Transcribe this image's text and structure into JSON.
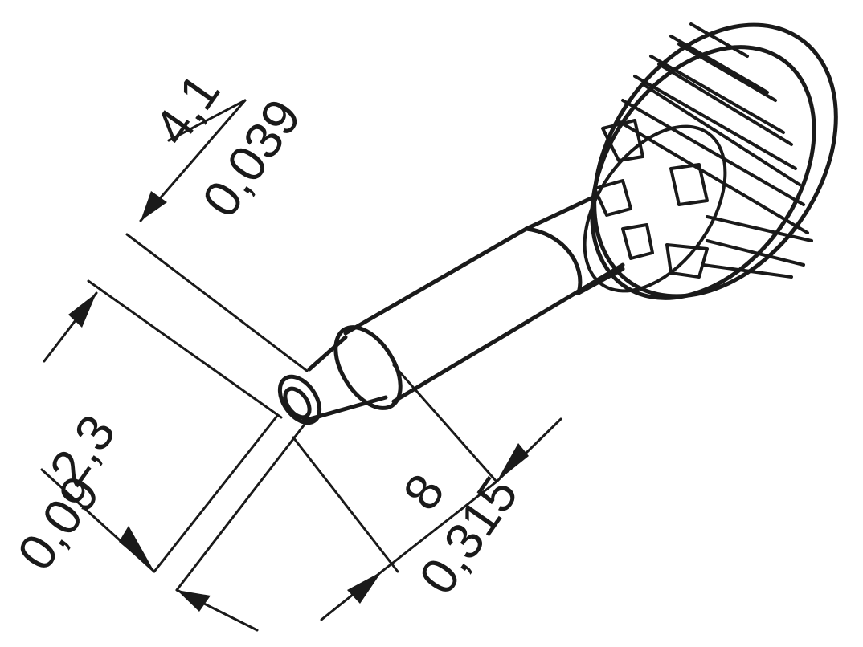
{
  "dimensions": {
    "tip_width": {
      "mm": "4,1",
      "inch": "0,039"
    },
    "tip_thickness": {
      "mm": "2,3",
      "inch": "0,09"
    },
    "tip_length": {
      "mm": "8",
      "inch": "0,315"
    }
  },
  "colors": {
    "line": "#1a1a1a",
    "background": "#ffffff"
  }
}
